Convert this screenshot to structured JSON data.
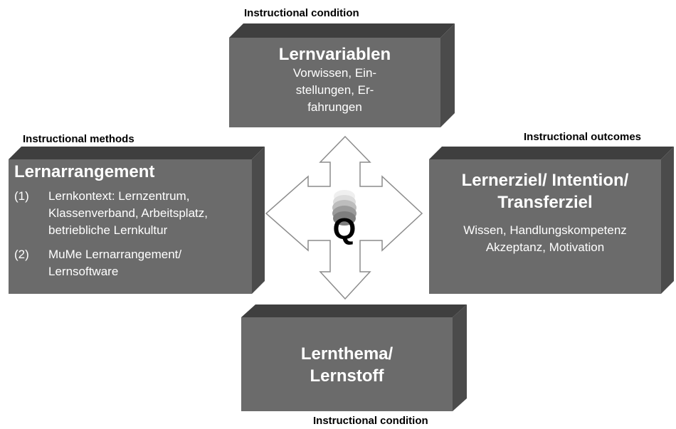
{
  "colors": {
    "box_front": "#6b6b6b",
    "box_top": "#3f3f3f",
    "box_side": "#4b4b4b",
    "arrow_fill": "#ffffff",
    "arrow_stroke": "#8c8c8c"
  },
  "top": {
    "caption": "Instructional condition",
    "title": "Lernvariablen",
    "lines": [
      "Vorwissen, Ein-",
      "stellungen, Er-",
      "fahrungen"
    ]
  },
  "left": {
    "caption": "Instructional methods",
    "title": "Lernarrangement",
    "items": [
      {
        "num": "(1)",
        "text": "Lernkontext: Lernzentrum, Klassenverband, Arbeitsplatz, betriebliche Lernkultur"
      },
      {
        "num": "(2)",
        "text": "MuMe Lernarrangement/ Lernsoftware"
      }
    ]
  },
  "right": {
    "caption": "Instructional outcomes",
    "title_lines": [
      "Lernerziel/ Intention/",
      "Transferziel"
    ],
    "lines": [
      "Wissen, Handlungskompetenz",
      "Akzeptanz, Motivation"
    ]
  },
  "bottom": {
    "caption": "Instructional condition",
    "title_lines": [
      "Lernthema/",
      "Lernstoff"
    ]
  },
  "center": {
    "icon": "q-logo-icon",
    "letter": "Q"
  }
}
